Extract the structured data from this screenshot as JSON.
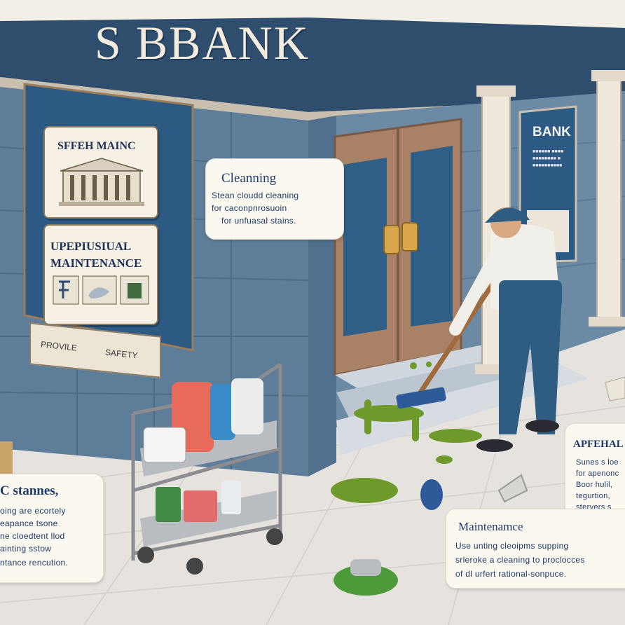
{
  "bank_sign": "S BBANK",
  "door_sign": {
    "title": "BANK",
    "lines": [
      "■■■■■■ ■■■■",
      "■■■■■■■■ ■",
      "■■■■■■■■■■"
    ]
  },
  "poster_top": {
    "title": "SFFEH MAINC"
  },
  "poster_bottom": {
    "title_line1": "UPEPIUSIUAL",
    "title_line2": "MAINTENANCE"
  },
  "plaque": {
    "left": "PROVILE",
    "right": "SAFETY"
  },
  "bubble_cleaning": {
    "title": "Cleanning",
    "lines": [
      "Stean cloudd cleaning",
      "for caconpnrosuoin",
      "for unfuasal stains."
    ]
  },
  "bubble_left": {
    "title": "C stannes,",
    "lines": [
      "oing are ecortely",
      "eapance tsone",
      "ne cloedtent llod",
      "ainting sstow",
      "ntance rencution."
    ]
  },
  "bubble_right": {
    "title": "APFEHAL",
    "lines": [
      "Sunes s loe",
      "for apenonc",
      "Boor hulil,",
      "tegurtion,",
      "stervers s"
    ]
  },
  "bubble_maintenance": {
    "title": "Maintenamce",
    "lines": [
      "Use unting cleoipms supping",
      "srleroke a cleaning to proclocces",
      "of dl urfert rational-sonpuce."
    ]
  },
  "colors": {
    "wall": "#5d7d98",
    "facade_dark": "#2f4e6e",
    "door": "#a98166",
    "glass": "#2f5f86",
    "slime": "#6e9a2c",
    "sky": "#f2efe6"
  }
}
